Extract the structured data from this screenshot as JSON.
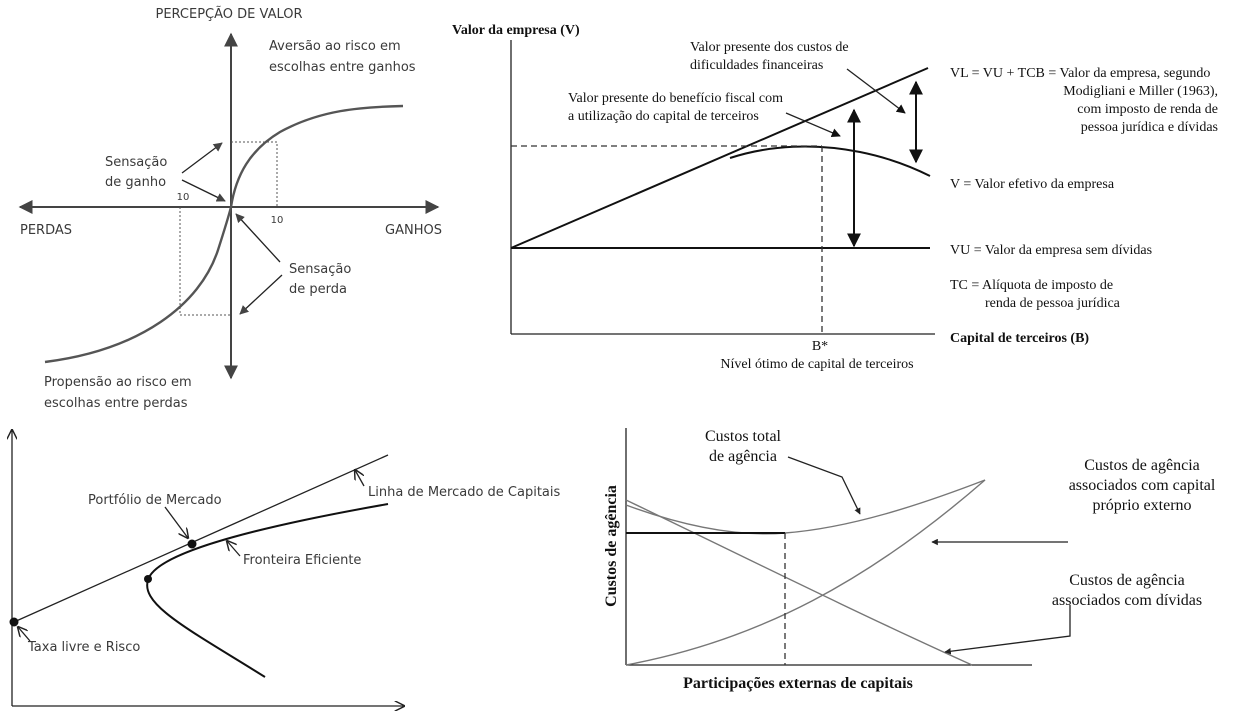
{
  "prospect": {
    "y_axis_label": "PERCEPÇÃO DE VALOR",
    "x_left_label": "PERDAS",
    "x_right_label": "GANHOS",
    "aversion_label": [
      "Aversão ao risco em",
      "escolhas entre ganhos"
    ],
    "propensity_label": [
      "Propensão ao risco em",
      "escolhas entre perdas"
    ],
    "gain_label": [
      "Sensação",
      "de ganho"
    ],
    "loss_label": [
      "Sensação",
      "de perda"
    ],
    "tick_left": "10",
    "tick_right": "10"
  },
  "mm": {
    "y_axis_label": "Valor da empresa (V)",
    "x_axis_label": "Capital de terceiros (B)",
    "b_star": "B*",
    "optimal_label": "Nível ótimo de capital de terceiros",
    "distress_label": [
      "Valor presente dos custos de",
      "dificuldades financeiras"
    ],
    "tax_label": [
      "Valor presente do benefício fiscal com",
      "a utilização do capital de terceiros"
    ],
    "vl_eq": "VL = VU + TCB = Valor da empresa, segundo",
    "vl_lines": [
      "Modigliani e Miller (1963),",
      "com imposto de renda de",
      "pessoa jurídica e dívidas"
    ],
    "v_label": "V = Valor efetivo da empresa",
    "vu_label": "VU = Valor da empresa sem dívidas",
    "tc_label": [
      "TC = Alíquota de imposto de",
      "renda de pessoa jurídica"
    ]
  },
  "cml": {
    "market_portfolio": "Portfólio de Mercado",
    "cml_label": "Linha de Mercado de Capitais",
    "frontier_label": "Fronteira Eficiente",
    "riskfree_label": "Taxa livre e Risco"
  },
  "agency": {
    "y_axis_label": "Custos de agência",
    "x_axis_label": "Participações externas de capitais",
    "total_label": [
      "Custos total",
      "de agência"
    ],
    "equity_label": [
      "Custos de agência",
      "associados com capital",
      "próprio externo"
    ],
    "debt_label": [
      "Custos de agência",
      "associados com dívidas"
    ]
  }
}
